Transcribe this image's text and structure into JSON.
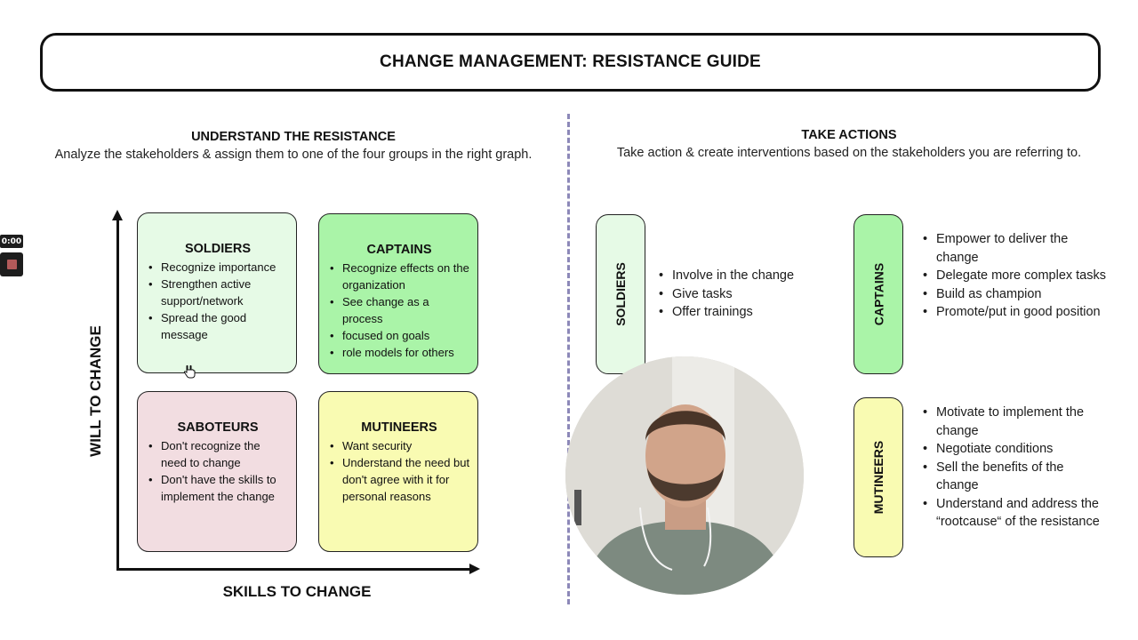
{
  "header": {
    "title": "CHANGE MANAGEMENT: RESISTANCE GUIDE"
  },
  "left_section": {
    "title": "UNDERSTAND THE RESISTANCE",
    "subtitle": "Analyze the stakeholders & assign them to one of the four groups in the right graph."
  },
  "right_section": {
    "title": "TAKE ACTIONS",
    "subtitle": "Take action & create interventions based on the stakeholders you are referring to."
  },
  "matrix": {
    "y_axis_label": "WILL TO CHANGE",
    "x_axis_label": "SKILLS TO CHANGE",
    "quadrants": [
      {
        "title": "SOLDIERS",
        "color": "#e6fae6",
        "items": [
          "Recognize importance",
          "Strengthen active support/network",
          "Spread the good message"
        ]
      },
      {
        "title": "CAPTAINS",
        "color": "#aaf4a8",
        "items": [
          "Recognize effects on the organization",
          "See change as a process",
          "focused on goals",
          "role models for others"
        ]
      },
      {
        "title": "SABOTEURS",
        "color": "#f2dde1",
        "items": [
          "Don't recognize the need to change",
          "Don't have the skills to implement the change"
        ]
      },
      {
        "title": "MUTINEERS",
        "color": "#f9fbb2",
        "items": [
          "Want security",
          "Understand the need but don't agree with it for personal reasons"
        ]
      }
    ]
  },
  "actions": {
    "soldiers": {
      "label": "SOLDIERS",
      "items": [
        "Involve in the change",
        "Give tasks",
        "Offer trainings"
      ]
    },
    "captains": {
      "label": "CAPTAINS",
      "items": [
        "Empower to deliver the change",
        "Delegate more complex tasks",
        "Build as champion",
        "Promote/put in good position"
      ]
    },
    "mutineers": {
      "label": "MUTINEERS",
      "items": [
        "Motivate to implement the change",
        "Negotiate conditions",
        "Sell the benefits of the change",
        "Understand and address the “rootcause“ of the resistance"
      ]
    }
  },
  "recorder": {
    "timer": "0:00"
  }
}
